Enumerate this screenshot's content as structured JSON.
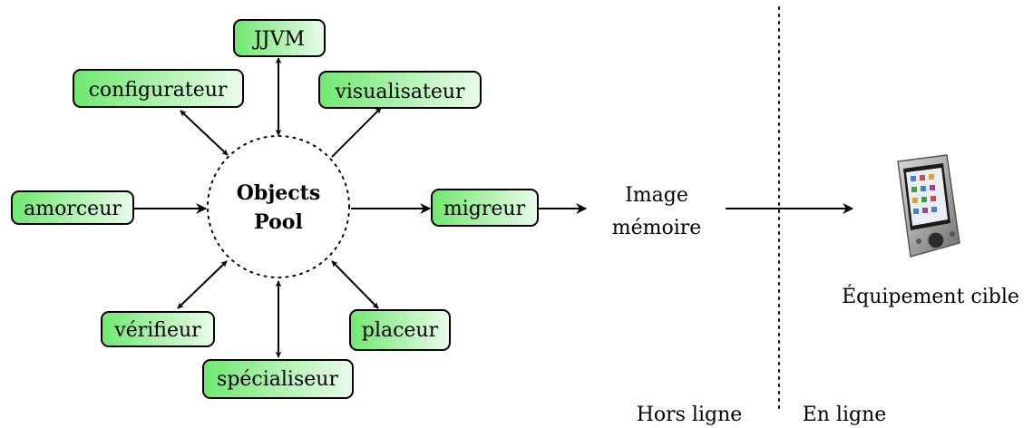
{
  "pool": {
    "line1": "Objects",
    "line2": "Pool"
  },
  "modules": {
    "jjvm": "JJVM",
    "configurateur": "configurateur",
    "visualisateur": "visualisateur",
    "amorceur": "amorceur",
    "migreur": "migreur",
    "verifieur": "vérifieur",
    "placeur": "placeur",
    "specialiseur": "spécialiseur"
  },
  "image": {
    "line1": "Image",
    "line2": "mémoire"
  },
  "device": {
    "label": "Équipement cible"
  },
  "phases": {
    "offline": "Hors ligne",
    "online": "En ligne"
  },
  "colors": {
    "box_left": "#6fe86f",
    "box_right": "#eafbea",
    "stroke": "#000000"
  },
  "icons": {
    "device": "pda-device-icon"
  }
}
